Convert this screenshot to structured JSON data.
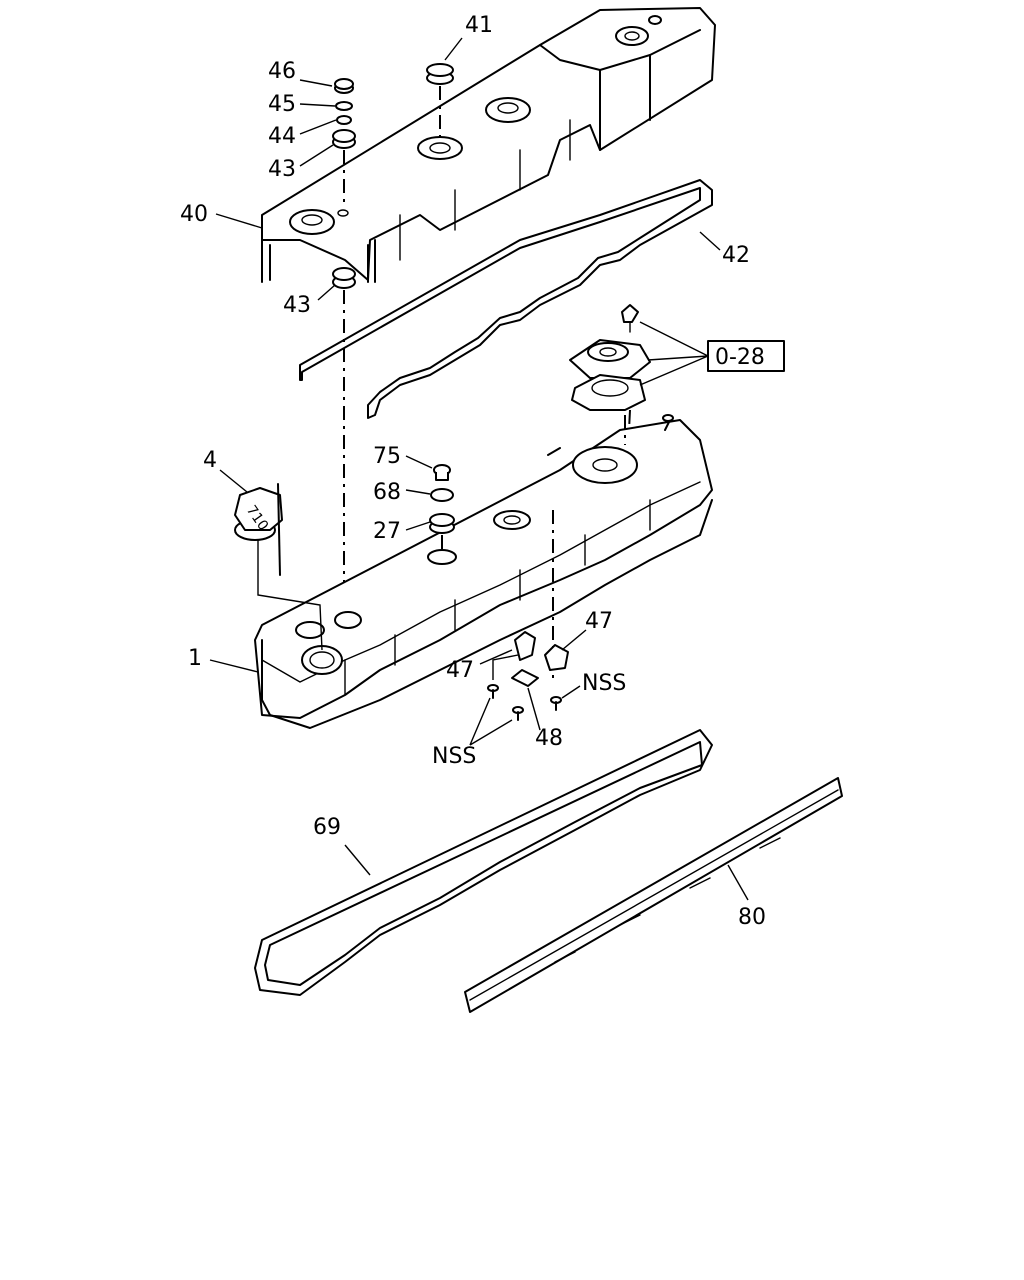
{
  "callouts": {
    "c41": "41",
    "c46": "46",
    "c45": "45",
    "c44": "44",
    "c43_top": "43",
    "c40": "40",
    "c42": "42",
    "c43_mid": "43",
    "c028": "0-28",
    "c75": "75",
    "c68": "68",
    "c4": "4",
    "c27": "27",
    "c47_right": "47",
    "c1": "1",
    "c47_left": "47",
    "c_nss_right": "NSS",
    "c48": "48",
    "c_nss_left": "NSS",
    "c69": "69",
    "c80": "80"
  },
  "cap_marking": "710"
}
